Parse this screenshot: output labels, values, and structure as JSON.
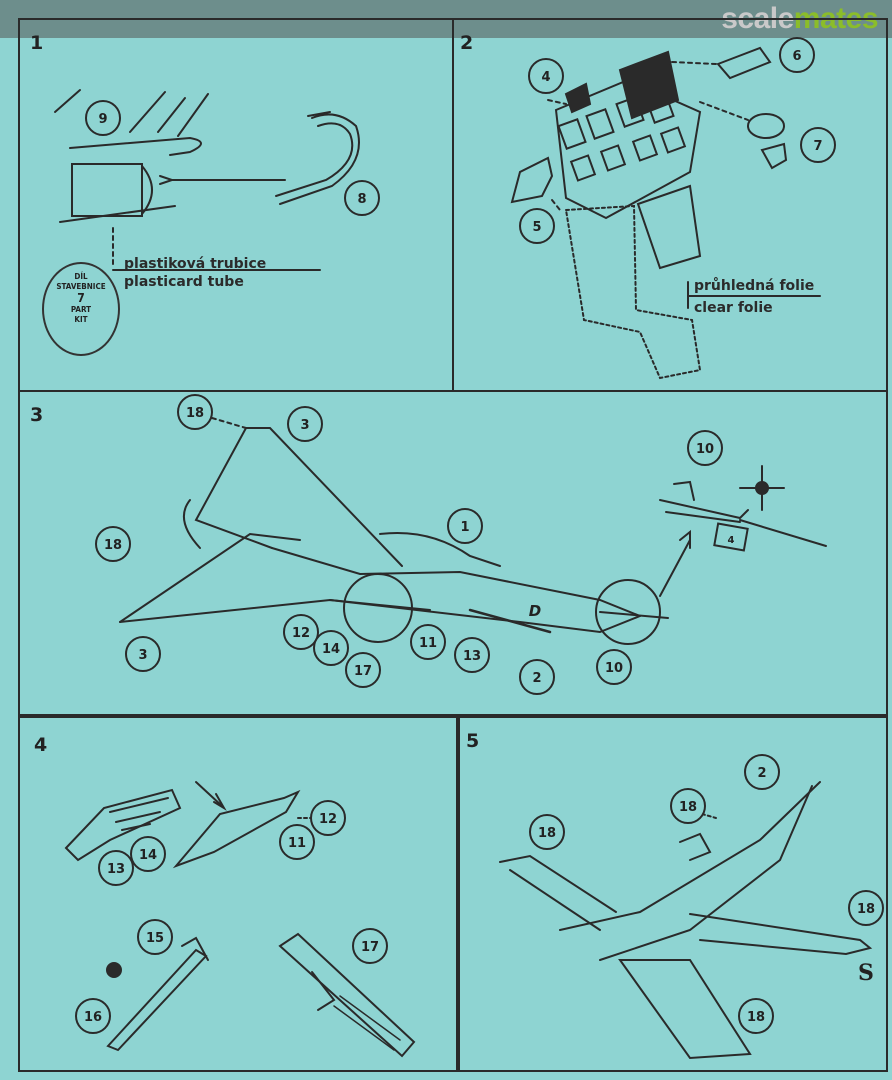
{
  "watermark": {
    "part1": "scale",
    "part2": "mates"
  },
  "panels": [
    {
      "number": "1"
    },
    {
      "number": "2"
    },
    {
      "number": "3"
    },
    {
      "number": "4"
    },
    {
      "number": "5"
    }
  ],
  "panel1": {
    "label_cz": "plastiková trubice",
    "label_en": "plasticard tube",
    "kit_badge": {
      "line1": "DÍL",
      "line2": "STAVEBNICE",
      "line3": "7",
      "line4": "PART",
      "line5": "KIT"
    },
    "callouts": [
      "9",
      "8"
    ]
  },
  "panel2": {
    "label_cz": "průhledná folie",
    "label_en": "clear folie",
    "callouts": [
      "4",
      "6",
      "7",
      "5"
    ]
  },
  "panel3": {
    "callouts": [
      "18",
      "3",
      "10",
      "18",
      "1",
      "12",
      "14",
      "17",
      "11",
      "13",
      "2",
      "10",
      "3"
    ],
    "fuselage_letter": "D",
    "pod_number": "4"
  },
  "panel4": {
    "callouts": [
      "12",
      "11",
      "14",
      "13",
      "15",
      "17",
      "16"
    ]
  },
  "panel5": {
    "callouts": [
      "2",
      "18",
      "18",
      "18",
      "18"
    ],
    "signature": "S"
  },
  "colors": {
    "paper": "#8ed4d2",
    "ink": "#2a2a2a",
    "watermark_grey": "#c9c9c9",
    "watermark_green": "#8bbd2a"
  }
}
